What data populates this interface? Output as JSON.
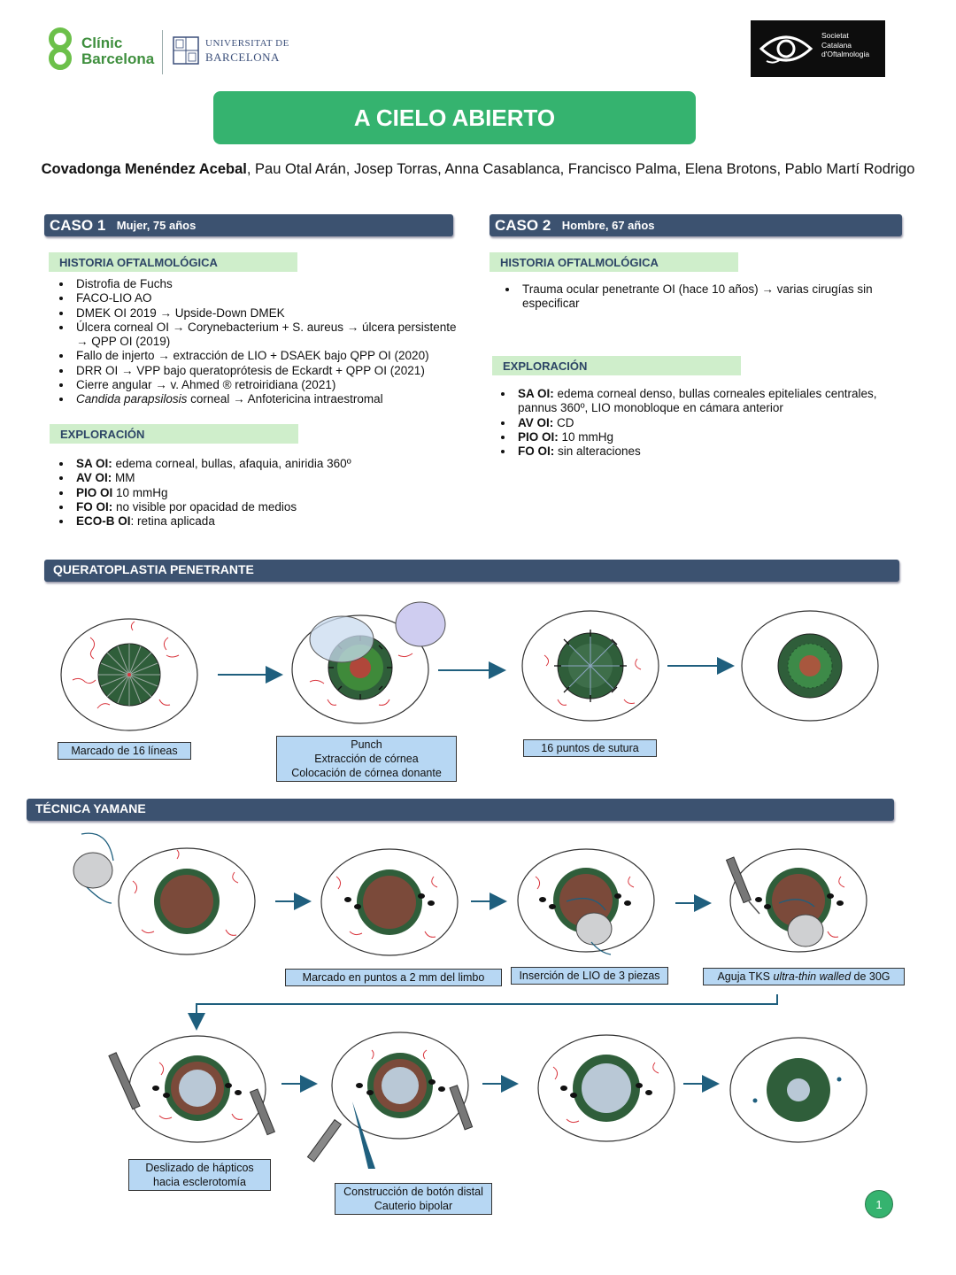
{
  "header": {
    "clinic_logo_line1": "Clínic",
    "clinic_logo_line2": "Barcelona",
    "ub_line1": "UNIVERSITAT DE",
    "ub_line2": "BARCELONA",
    "society_line1": "Societat",
    "society_line2": "Catalana",
    "society_line3": "d'Oftalmologia"
  },
  "title": "A CIELO ABIERTO",
  "authors": {
    "lead": "Covadonga Menéndez Acebal",
    "others": ", Pau Otal Arán, Josep Torras, Anna Casablanca, Francisco Palma, Elena Brotons, Pablo Martí Rodrigo"
  },
  "case1": {
    "label": "CASO 1",
    "patient": "Mujer, 75 años",
    "history_label": "HISTORIA OFTALMOLÓGICA",
    "history": [
      "Distrofia de Fuchs",
      "FACO-LIO AO",
      "DMEK OI 2019 → Upside-Down DMEK",
      "Úlcera corneal OI → Corynebacterium + S. aureus → úlcera persistente → QPP OI (2019)",
      "Fallo de injerto → extracción de LIO + DSAEK bajo QPP OI (2020)",
      "DRR OI → VPP bajo queratoprótesis de Eckardt + QPP OI (2021)",
      "Cierre angular → v. Ahmed ® retroiridiana (2021)"
    ],
    "history_last_italic": "Candida parapsilosis",
    "history_last_rest": " corneal → Anfotericina intraestromal",
    "exam_label": "EXPLORACIÓN",
    "exam": [
      {
        "k": "SA OI:",
        "v": " edema corneal, bullas, afaquia, aniridia 360º"
      },
      {
        "k": "AV OI:",
        "v": " MM"
      },
      {
        "k": "PIO OI",
        "v": " 10 mmHg"
      },
      {
        "k": "FO OI:",
        "v": " no visible por opacidad de medios"
      },
      {
        "k": "ECO-B OI",
        "v": ": retina aplicada"
      }
    ]
  },
  "case2": {
    "label": "CASO 2",
    "patient": "Hombre, 67 años",
    "history_label": "HISTORIA OFTALMOLÓGICA",
    "history": [
      "Trauma ocular penetrante OI (hace 10 años) → varias cirugías sin especificar"
    ],
    "exam_label": "EXPLORACIÓN",
    "exam": [
      {
        "k": "SA OI:",
        "v": " edema corneal denso, bullas corneales epiteliales centrales, pannus 360º, LIO monobloque en cámara anterior"
      },
      {
        "k": "AV OI:",
        "v": " CD"
      },
      {
        "k": "PIO OI:",
        "v": " 10 mmHg"
      },
      {
        "k": "FO OI:",
        "v": " sin alteraciones"
      }
    ]
  },
  "section_qp": {
    "label": "QUERATOPLASTIA PENETRANTE",
    "captions": {
      "c1": "Marcado de 16 líneas",
      "c2_l1": "Punch",
      "c2_l2": "Extracción de córnea",
      "c2_l3": "Colocación de córnea donante",
      "c3": "16 puntos de sutura"
    }
  },
  "section_yamane": {
    "label": "TÉCNICA YAMANE",
    "captions": {
      "c1": "Marcado en puntos a 2  mm del limbo",
      "c2": "Inserción de LIO de 3 piezas",
      "c3_pre": "Aguja TKS ",
      "c3_italic": "ultra-thin walled",
      "c3_post": " de 30G",
      "c4_l1": "Deslizado de hápticos",
      "c4_l2": "hacia esclerotomía",
      "c5_l1": "Construcción de botón distal",
      "c5_l2": "Cauterio bipolar"
    }
  },
  "colors": {
    "green": "#35b36f",
    "navy": "#3c5270",
    "label_green": "#cfeecb",
    "caption_blue": "#b7d7f3",
    "cornea_dark": "#2f5e3a",
    "iris_brown": "#7b4a3a",
    "vessel_red": "#d9363e",
    "arrow": "#1f5f7e"
  },
  "page_number": "1"
}
